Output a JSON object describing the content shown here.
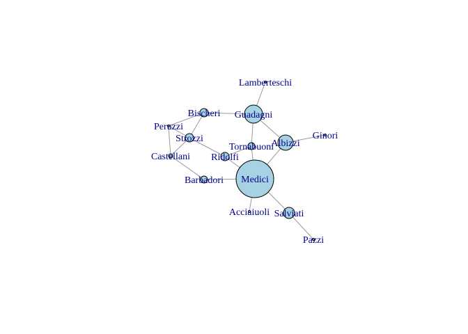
{
  "graph": {
    "node_color": "#a6d2e3",
    "node_stroke": "#000000",
    "edge_color": "#9a9a9a",
    "label_color": "#00008b",
    "nodes": [
      {
        "id": "Lamberteschi",
        "label": "Lamberteschi"
      },
      {
        "id": "Guadagni",
        "label": "Guadagni"
      },
      {
        "id": "Bischeri",
        "label": "Bischeri"
      },
      {
        "id": "Peruzzi",
        "label": "Peruzzi"
      },
      {
        "id": "Strozzi",
        "label": "Strozzi"
      },
      {
        "id": "Castellani",
        "label": "Castellani"
      },
      {
        "id": "Tornabuoni",
        "label": "Tornabuoni"
      },
      {
        "id": "Ridolfi",
        "label": "Ridolfi"
      },
      {
        "id": "Albizzi",
        "label": "Albizzi"
      },
      {
        "id": "Ginori",
        "label": "Ginori"
      },
      {
        "id": "Medici",
        "label": "Medici"
      },
      {
        "id": "Barbadori",
        "label": "Barbadori"
      },
      {
        "id": "Acciaiuoli",
        "label": "Acciaiuoli"
      },
      {
        "id": "Salviati",
        "label": "Salviati"
      },
      {
        "id": "Pazzi",
        "label": "Pazzi"
      }
    ],
    "edges": [
      [
        "Lamberteschi",
        "Guadagni"
      ],
      [
        "Guadagni",
        "Bischeri"
      ],
      [
        "Guadagni",
        "Albizzi"
      ],
      [
        "Guadagni",
        "Tornabuoni"
      ],
      [
        "Bischeri",
        "Peruzzi"
      ],
      [
        "Bischeri",
        "Strozzi"
      ],
      [
        "Peruzzi",
        "Strozzi"
      ],
      [
        "Peruzzi",
        "Castellani"
      ],
      [
        "Strozzi",
        "Castellani"
      ],
      [
        "Strozzi",
        "Ridolfi"
      ],
      [
        "Castellani",
        "Barbadori"
      ],
      [
        "Tornabuoni",
        "Ridolfi"
      ],
      [
        "Tornabuoni",
        "Medici"
      ],
      [
        "Ridolfi",
        "Medici"
      ],
      [
        "Albizzi",
        "Ginori"
      ],
      [
        "Albizzi",
        "Medici"
      ],
      [
        "Medici",
        "Barbadori"
      ],
      [
        "Medici",
        "Acciaiuoli"
      ],
      [
        "Medici",
        "Salviati"
      ],
      [
        "Salviati",
        "Pazzi"
      ]
    ]
  }
}
